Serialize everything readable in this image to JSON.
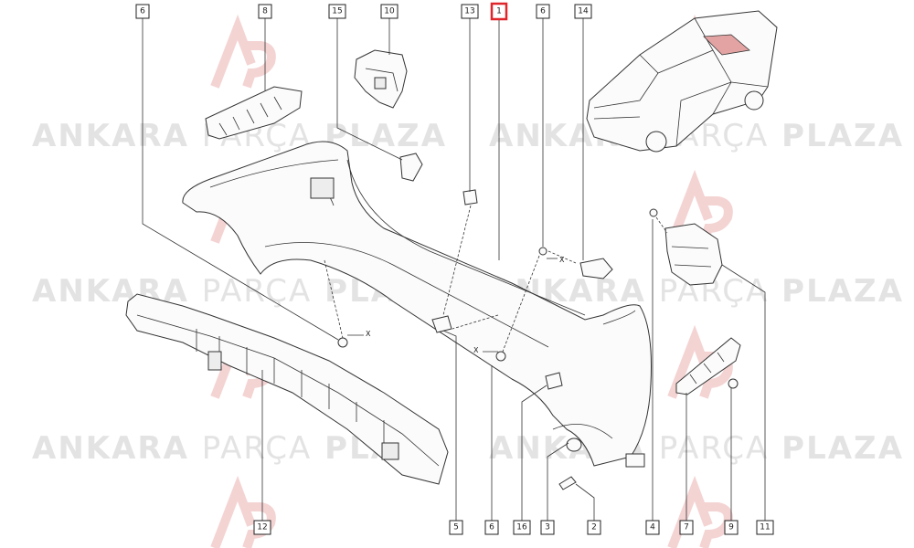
{
  "watermark": {
    "word1": "ANKARA",
    "word2": "PARÇA",
    "word3": "PLAZA",
    "logo_color": "#f2c9c9",
    "text_color": "#e3e3e3"
  },
  "highlight_color": "#e0262b",
  "callouts": [
    {
      "id": "c-6-top",
      "label": "6"
    },
    {
      "id": "c-8",
      "label": "8"
    },
    {
      "id": "c-15",
      "label": "15"
    },
    {
      "id": "c-10",
      "label": "10"
    },
    {
      "id": "c-13",
      "label": "13"
    },
    {
      "id": "c-1",
      "label": "1",
      "highlighted": true
    },
    {
      "id": "c-6-top2",
      "label": "6"
    },
    {
      "id": "c-14",
      "label": "14"
    },
    {
      "id": "c-12",
      "label": "12"
    },
    {
      "id": "c-5",
      "label": "5"
    },
    {
      "id": "c-6-bottom",
      "label": "6"
    },
    {
      "id": "c-16",
      "label": "16"
    },
    {
      "id": "c-3",
      "label": "3"
    },
    {
      "id": "c-2",
      "label": "2"
    },
    {
      "id": "c-4",
      "label": "4"
    },
    {
      "id": "c-7",
      "label": "7"
    },
    {
      "id": "c-9",
      "label": "9"
    },
    {
      "id": "c-11",
      "label": "11"
    }
  ],
  "marks": {
    "x": "X"
  }
}
